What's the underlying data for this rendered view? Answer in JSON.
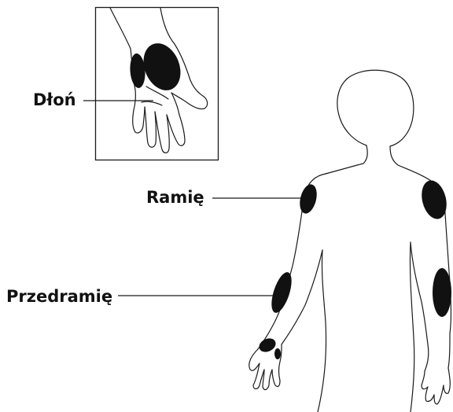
{
  "labels": {
    "palm": "Dłoń",
    "upper_arm": "Ramię",
    "forearm": "Przedramię"
  },
  "colors": {
    "outline": "#1a1a1a",
    "spot": "#111111",
    "background": "#ffffff"
  }
}
